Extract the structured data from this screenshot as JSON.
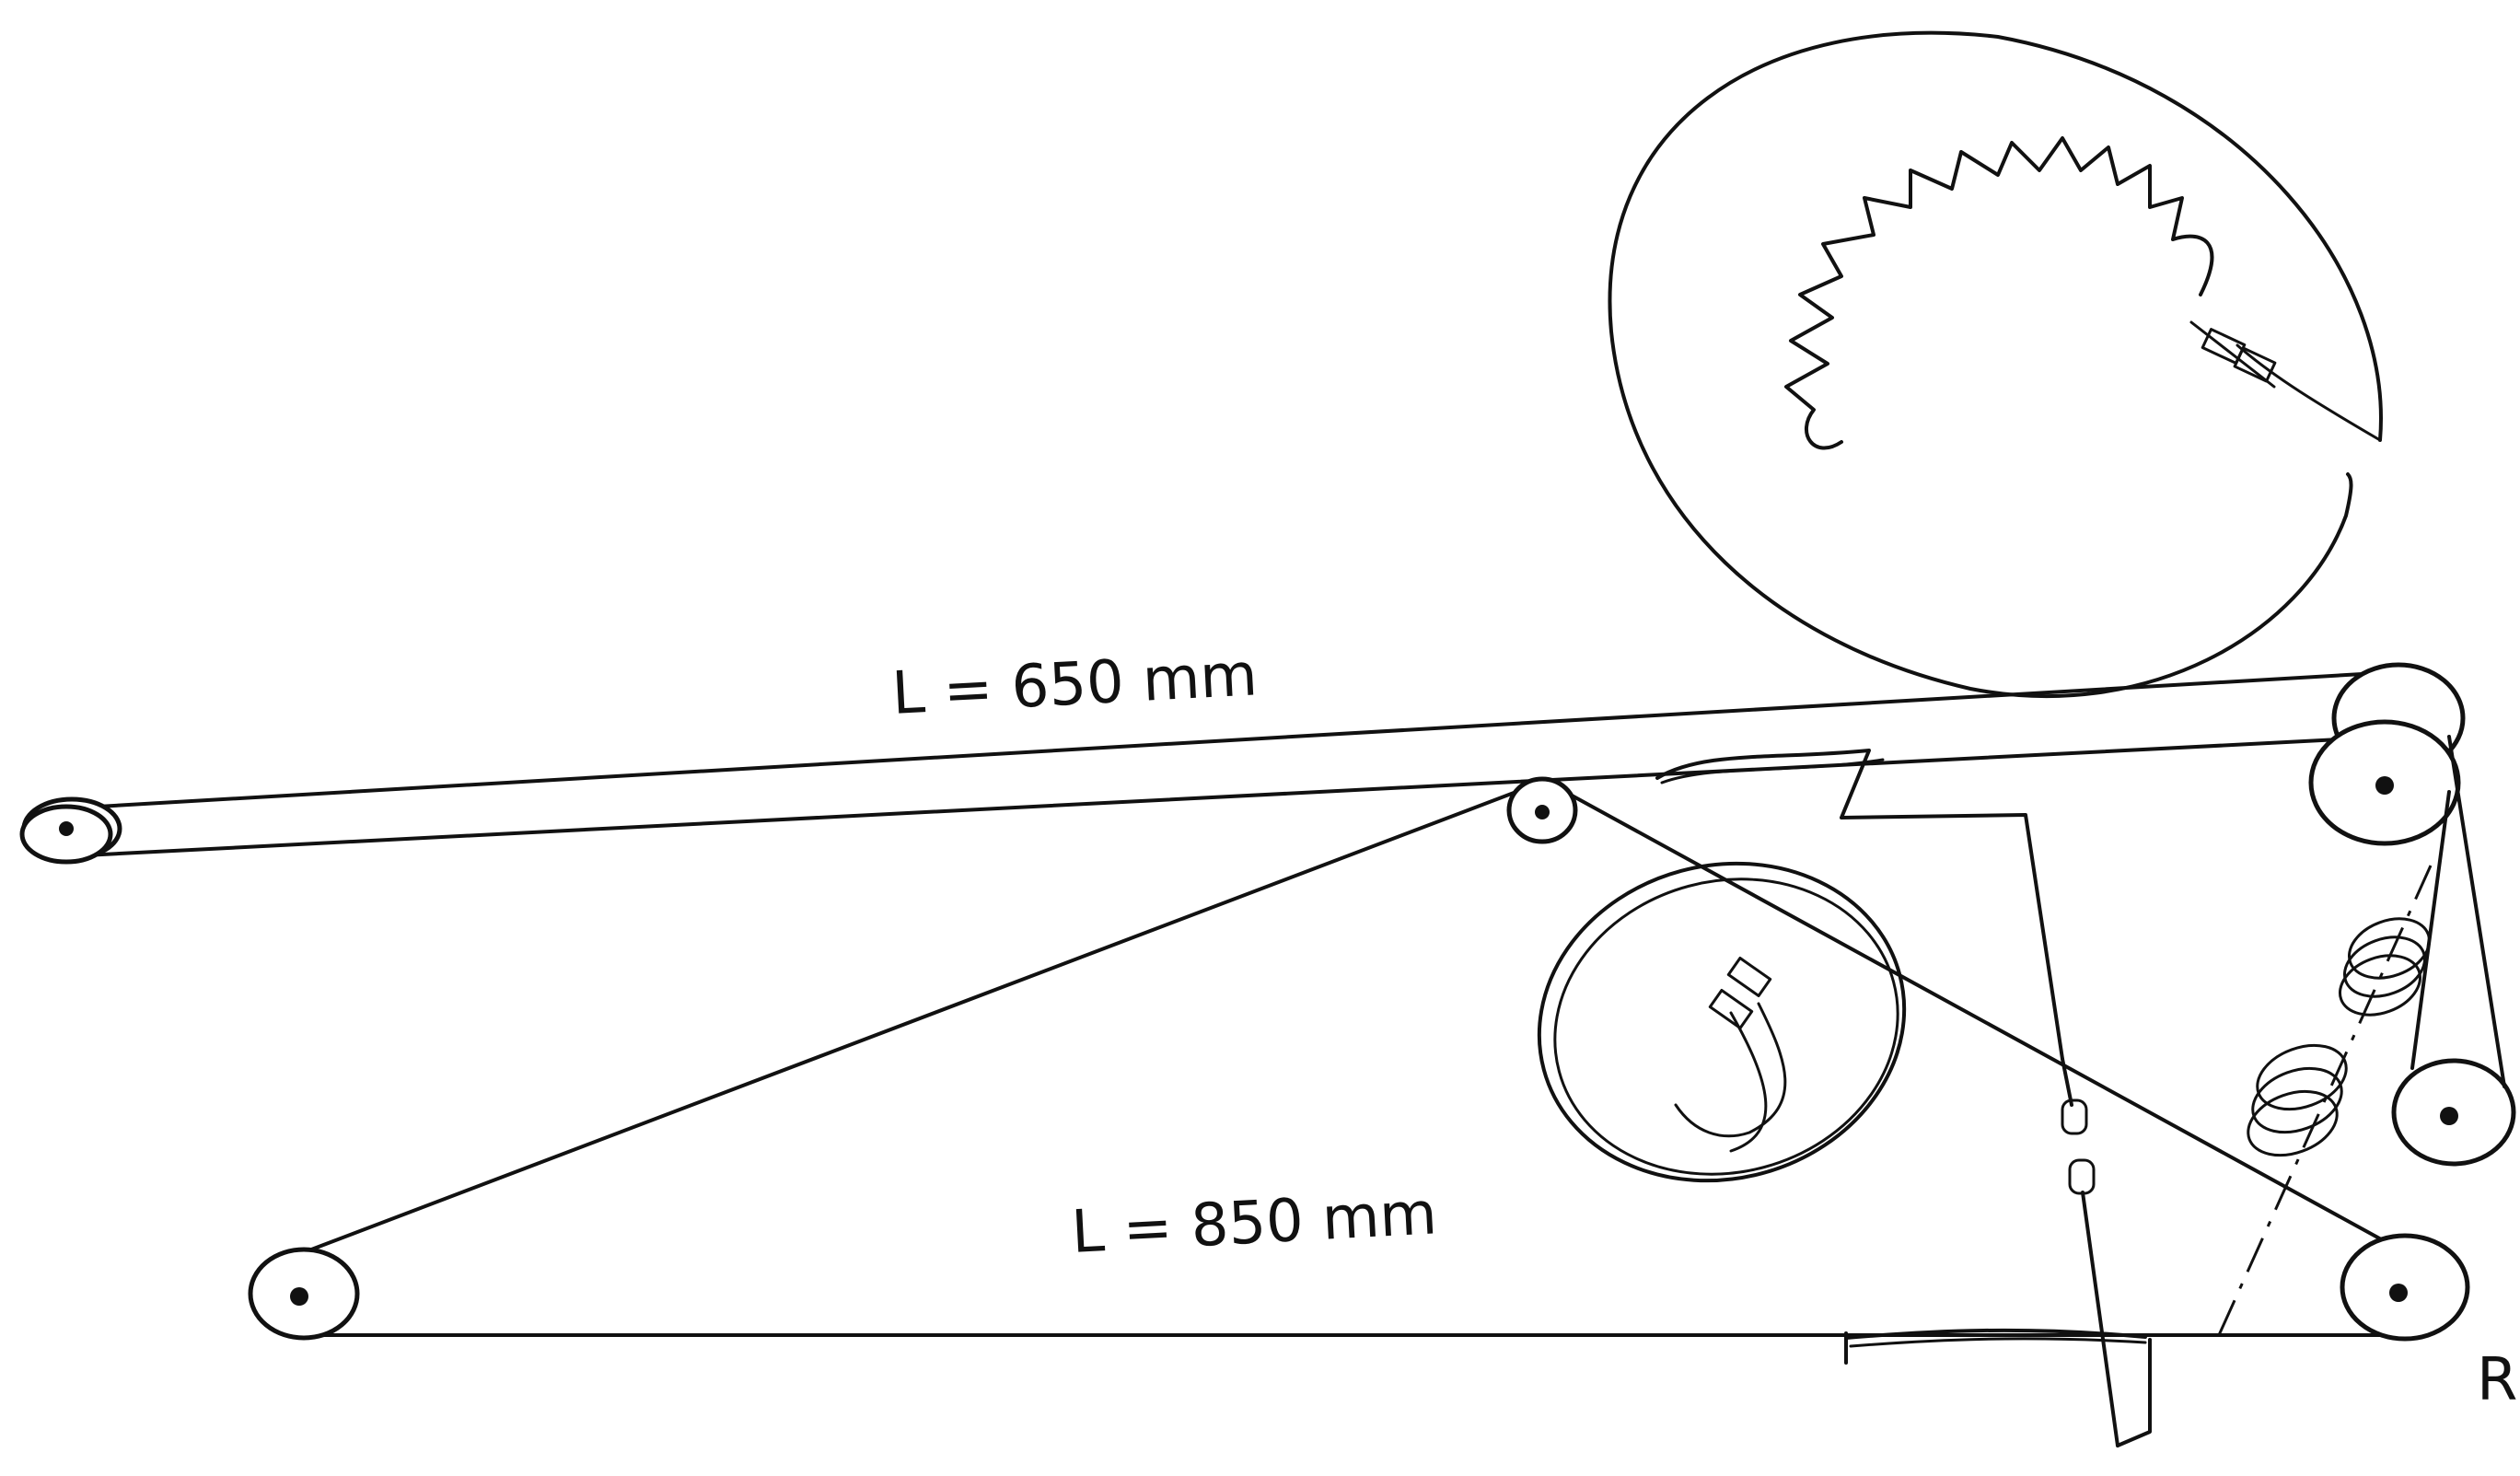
{
  "labels": {
    "upper_length": "L = 650 mm",
    "lower_length": "L = 850 mm",
    "edge_letter": "R"
  }
}
